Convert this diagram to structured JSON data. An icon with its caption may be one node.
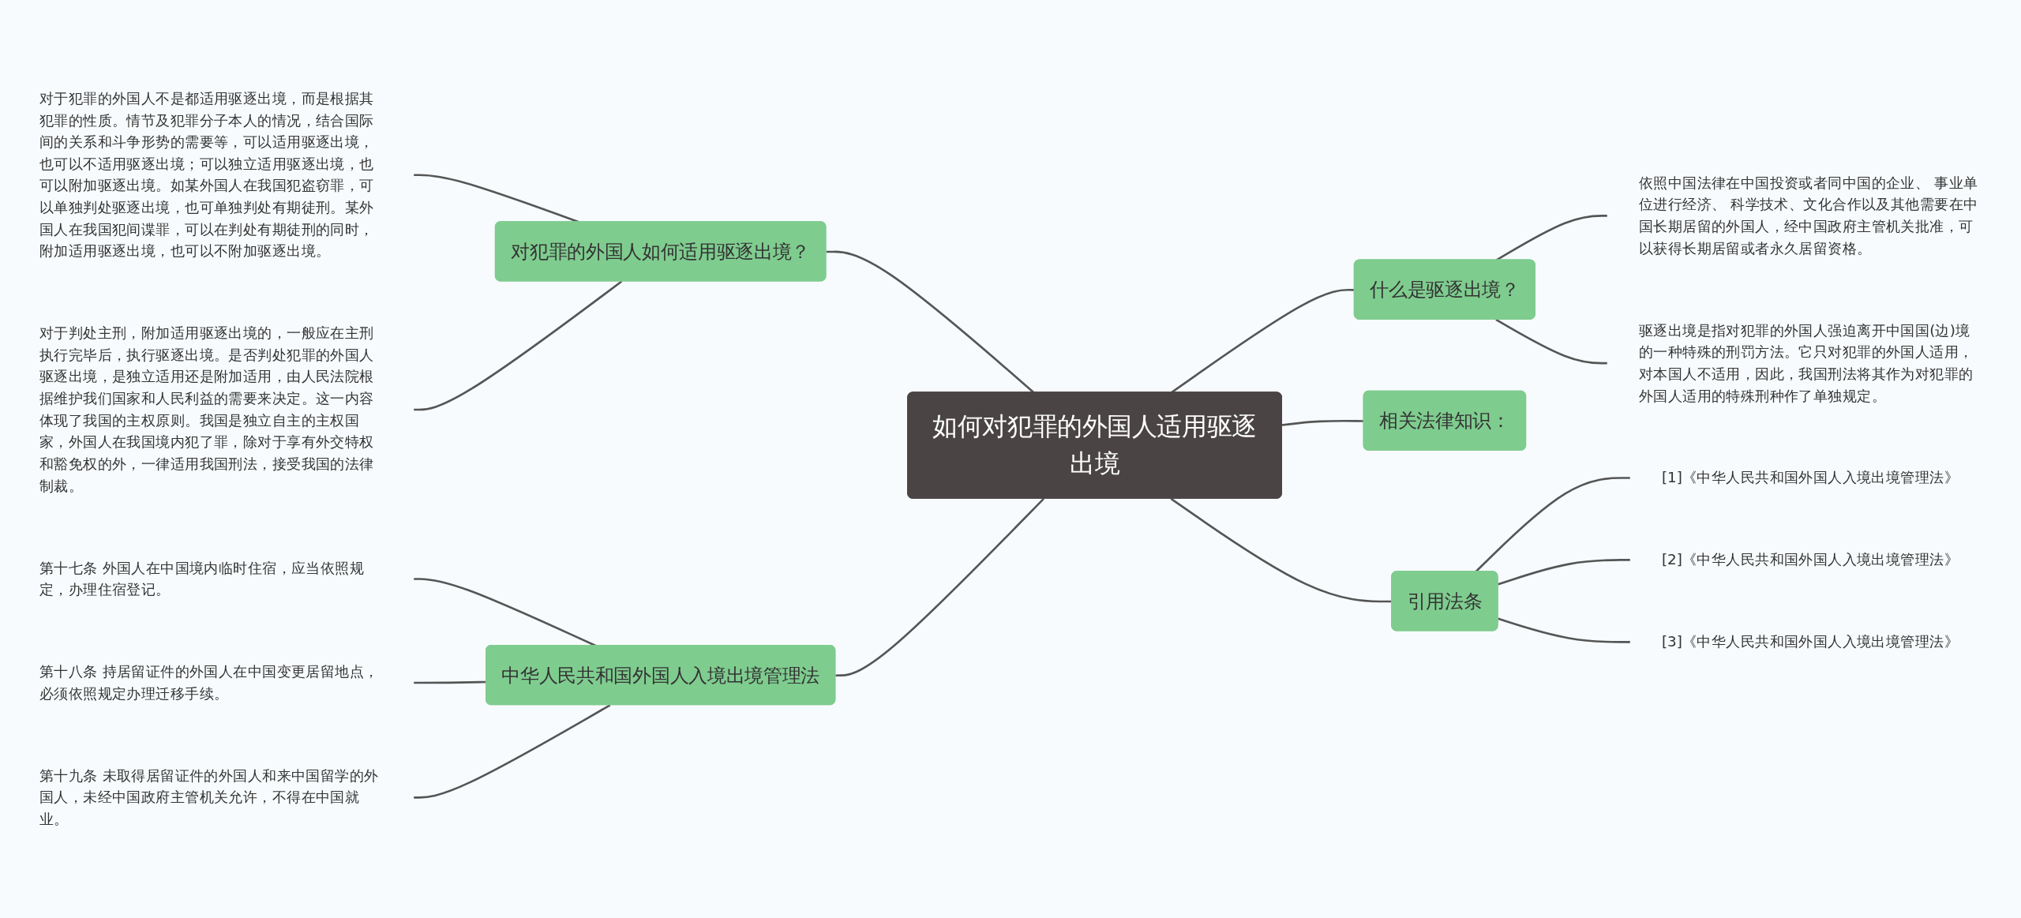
{
  "diagram": {
    "nodes": [
      {
        "text": [
          "如何对犯罪的外国人适用驱逐出境"
        ]
      },
      {
        "text": [
          "对犯罪的外国人如何适用驱逐出境？"
        ]
      },
      {
        "text": [
          "对于犯罪的外国人不是都适用驱逐出境，而是根据其犯罪的性质。情节及犯罪分子本人的情况，结合国际间的关系和斗争形势的需要等，可以适用驱逐出境，也可以不适用驱逐出境；可以独立适用驱逐出境，也可以附加驱逐出境。如某外国人在我国犯盗窃罪，可以单独判处驱逐出境，也可单独判处有期徒刑。某外国人在我国犯间谍罪，可以在判处有期徒刑的同时，附加适用驱逐出境，也可以不附加驱逐出境。"
        ]
      },
      {
        "text": [
          "对于判处主刑，附加适用驱逐出境的，一般应在主刑执行完毕后，执行驱逐出境。是否判处犯罪的外国人驱逐出境，是独立适用还是附加适用，由人民法院根据维护我们国家和人民利益的需要来决定。这一内容体现了我国的主权原则。我国是独立自主的主权国家，外国人在我国境内犯了罪，除对于享有外交特权和豁免权的外，一律适用我国刑法，接受我国的法律制裁。"
        ]
      },
      {
        "text": [
          "中华人民共和国外国人入境出境管理法"
        ]
      },
      {
        "text": [
          "第十七条 外国人在中国境内临时住宿，应当依照规定，办理住宿登记。"
        ]
      },
      {
        "text": [
          "第十八条 持居留证件的外国人在中国变更居留地点，必须依照规定办理迁移手续。"
        ]
      },
      {
        "text": [
          "第十九条 未取得居留证件的外国人和来中国留学的外国人，未经中国政府主管机关允许，不得在中国就业。"
        ]
      },
      {
        "text": [
          "什么是驱逐出境？"
        ]
      },
      {
        "text": [
          "依照中国法律在中国投资或者同中国的企业、 事业单位进行经济、 科学技术、文化合作以及其他需要在中国长期居留的外国人，经中国政府主管机关批准，可以获得长期居留或者永久居留资格。"
        ]
      },
      {
        "text": [
          "驱逐出境是指对犯罪的外国人强迫离开中国国(边)境的一种特殊的刑罚方法。它只对犯罪的外国人适用，对本国人不适用，因此，我国刑法将其作为对犯罪的外国人适用的特殊刑种作了单独规定。"
        ]
      },
      {
        "text": [
          "相关法律知识："
        ]
      },
      {
        "text": [
          "引用法条"
        ]
      },
      {
        "text": [
          "[1]《中华人民共和国外国人入境出境管理法》"
        ]
      },
      {
        "text": [
          "[2]《中华人民共和国外国人入境出境管理法》"
        ]
      },
      {
        "text": [
          "[3]《中华人民共和国外国人入境出境管理法》"
        ]
      }
    ],
    "edges": [
      {
        "from": 0,
        "to": 1,
        "arrow": "none"
      },
      {
        "from": 1,
        "to": 2,
        "arrow": "none"
      },
      {
        "from": 1,
        "to": 3,
        "arrow": "none"
      },
      {
        "from": 0,
        "to": 4,
        "arrow": "none"
      },
      {
        "from": 4,
        "to": 5,
        "arrow": "none"
      },
      {
        "from": 4,
        "to": 6,
        "arrow": "none"
      },
      {
        "from": 4,
        "to": 7,
        "arrow": "none"
      },
      {
        "from": 0,
        "to": 8,
        "arrow": "none"
      },
      {
        "from": 8,
        "to": 9,
        "arrow": "none"
      },
      {
        "from": 8,
        "to": 10,
        "arrow": "none"
      },
      {
        "from": 0,
        "to": 11,
        "arrow": "none"
      },
      {
        "from": 0,
        "to": 12,
        "arrow": "none"
      },
      {
        "from": 12,
        "to": 13,
        "arrow": "none"
      },
      {
        "from": 12,
        "to": 14,
        "arrow": "none"
      },
      {
        "from": 12,
        "to": 15,
        "arrow": "none"
      }
    ]
  }
}
